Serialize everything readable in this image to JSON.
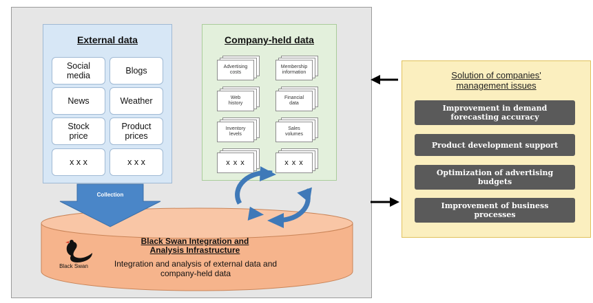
{
  "external": {
    "title": "External data",
    "items": [
      "Social\nmedia",
      "Blogs",
      "News",
      "Weather",
      "Stock\nprice",
      "Product\nprices",
      "x x x",
      "x x x"
    ]
  },
  "company": {
    "title": "Company-held data",
    "items": [
      "Advertising\ncosts",
      "Membership\ninformation",
      "Web\nhistory",
      "Financial\ndata",
      "Inventory\nlevels",
      "Sales\nvolumes",
      "x x x",
      "x x x"
    ]
  },
  "collection_label": "Collection",
  "infrastructure": {
    "title": "Black Swan Integration and\nAnalysis Infrastructure",
    "description": "Integration and analysis of external data and\ncompany-held data",
    "logo_text": "Black Swan"
  },
  "solution": {
    "title": "Solution of companies'\nmanagement issues",
    "items": [
      "Improvement in demand\nforecasting accuracy",
      "Product development support",
      "Optimization of advertising\nbudgets",
      "Improvement of  business\nprocesses"
    ]
  },
  "colors": {
    "external_bg": "#d7e7f6",
    "company_bg": "#e3f0dc",
    "infra_fill": "#f6b48c",
    "arrow_blue": "#4a86c8",
    "solution_bg": "#fbefbf",
    "solution_button": "#5a5a5a"
  }
}
